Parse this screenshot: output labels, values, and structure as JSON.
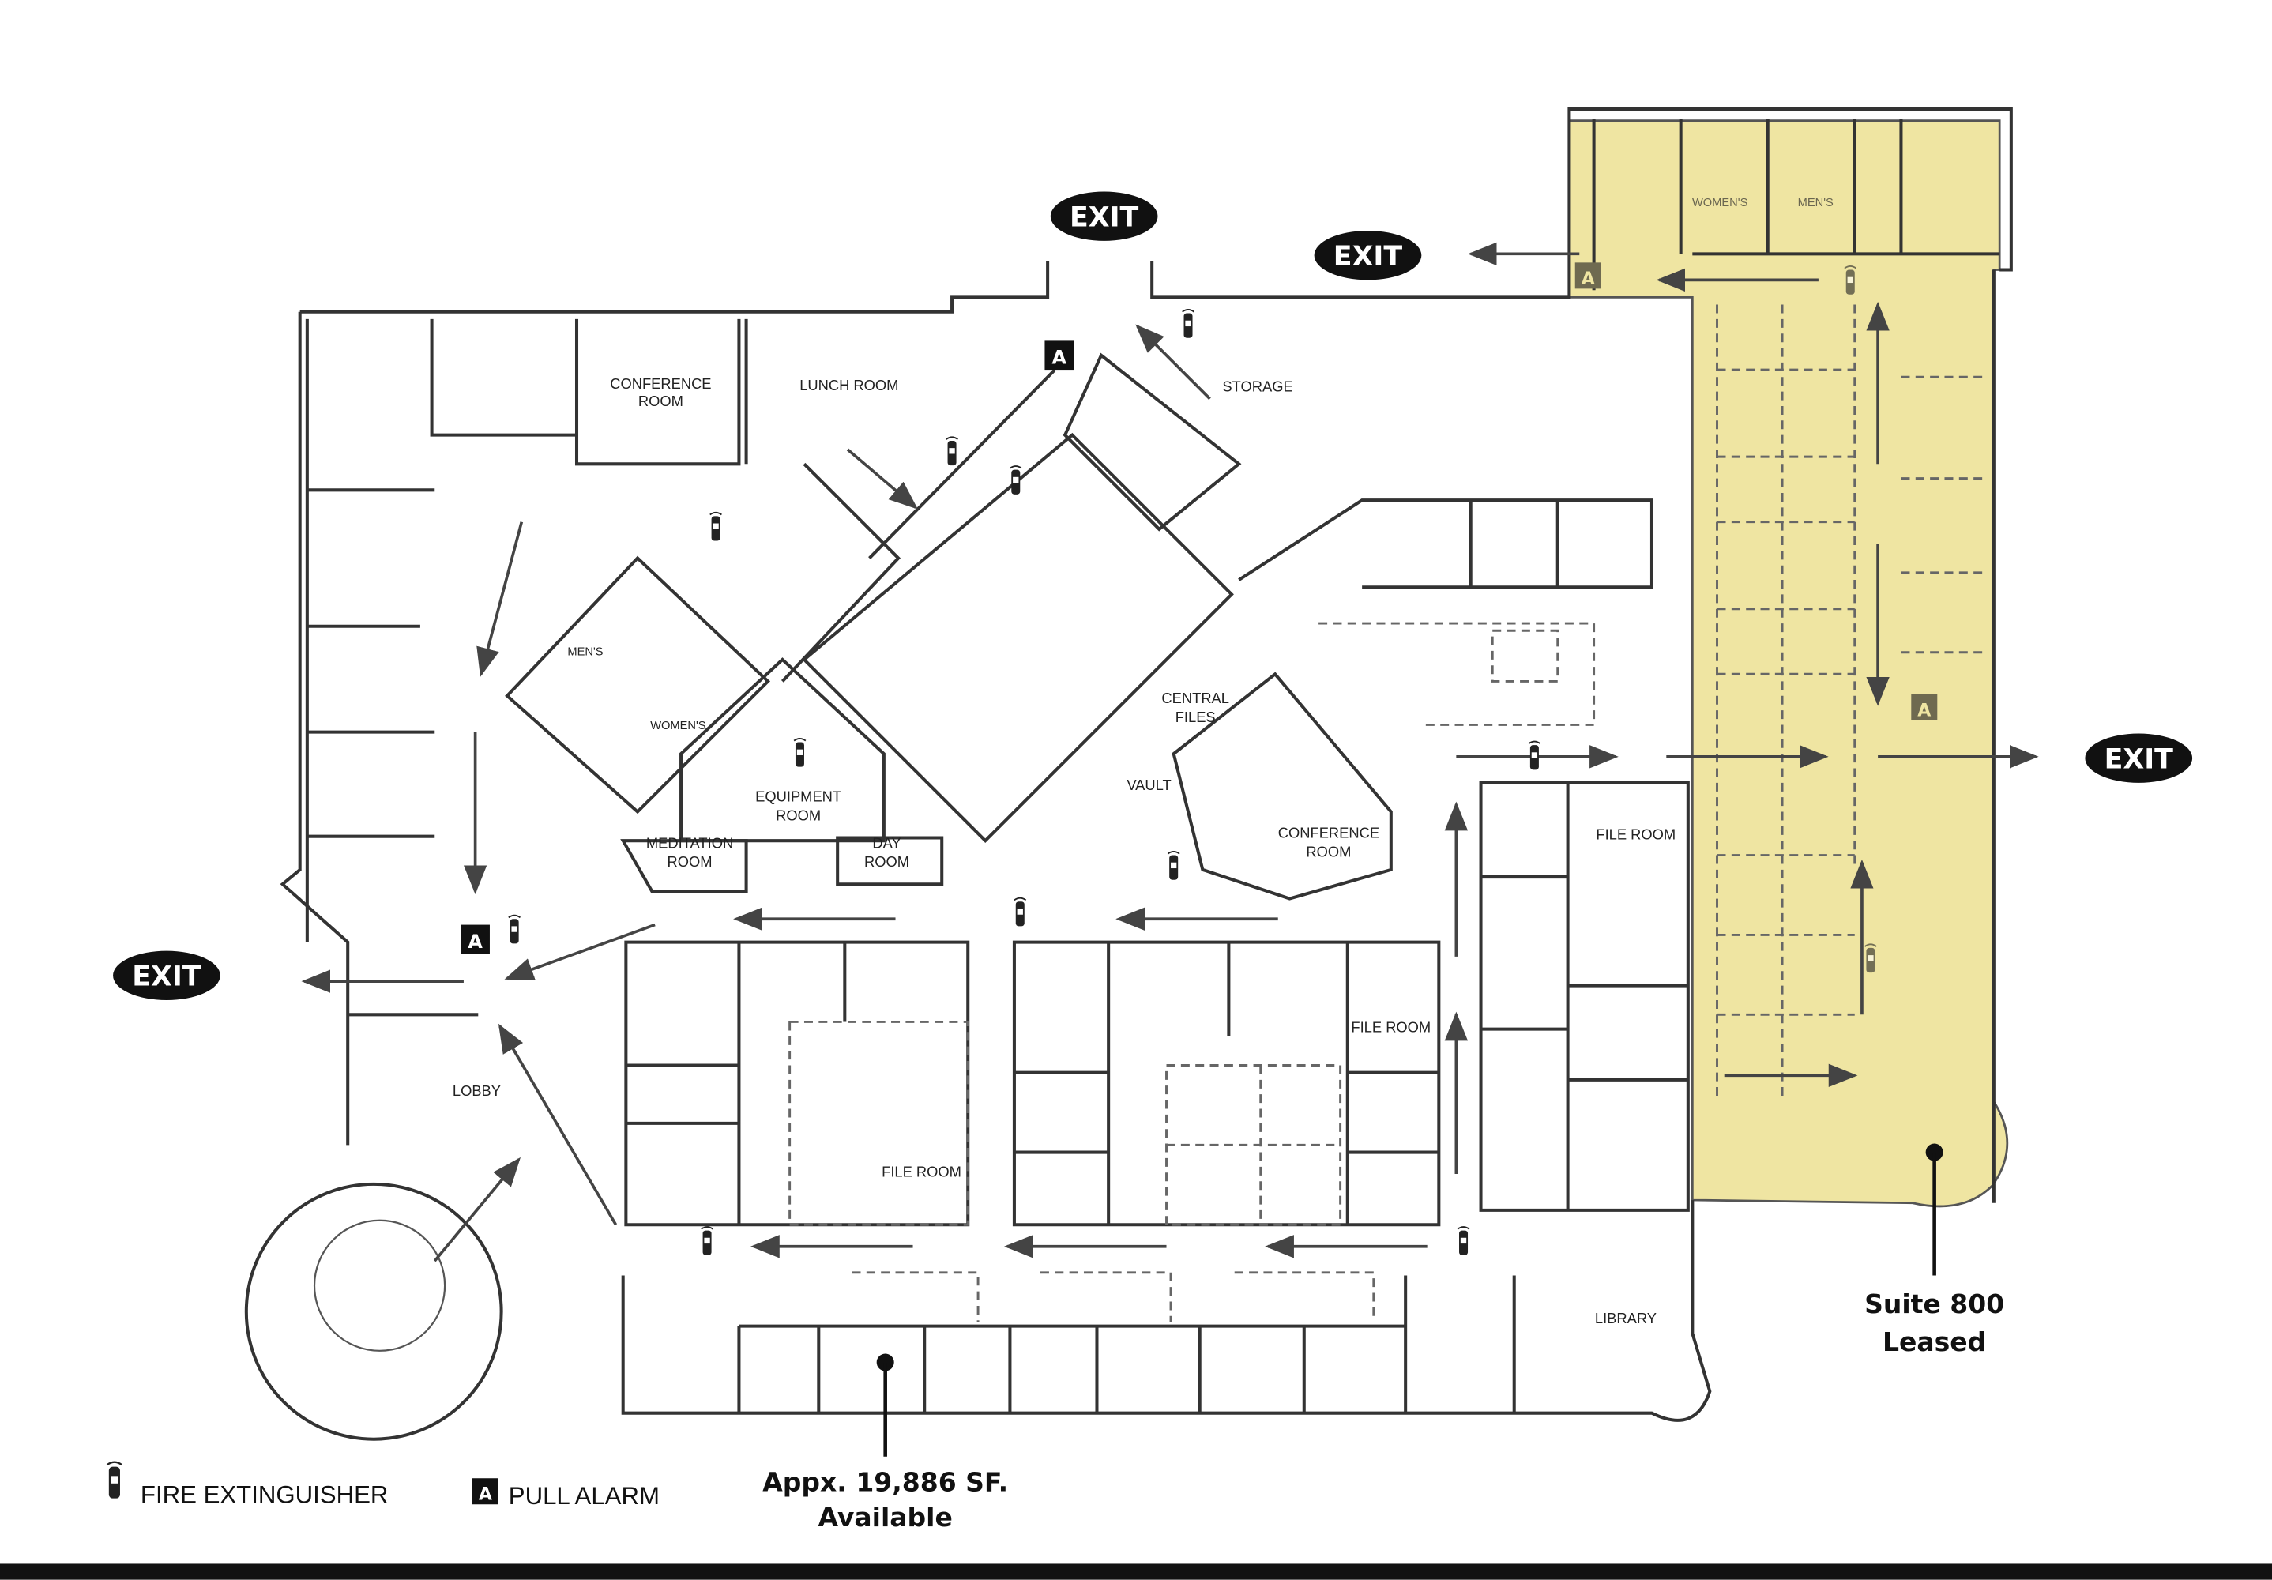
{
  "exits": [
    "EXIT",
    "EXIT",
    "EXIT",
    "EXIT"
  ],
  "rooms": {
    "conference_room_1": [
      "CONFERENCE",
      "ROOM"
    ],
    "lunch_room": "LUNCH ROOM",
    "storage": "STORAGE",
    "mens": "MEN'S",
    "womens": "WOMEN'S",
    "equipment_room": [
      "EQUIPMENT",
      "ROOM"
    ],
    "meditation_room": [
      "MEDITATION",
      "ROOM"
    ],
    "day_room": [
      "DAY",
      "ROOM"
    ],
    "central_files": [
      "CENTRAL",
      "FILES"
    ],
    "vault": "VAULT",
    "conference_room_2": [
      "CONFERENCE",
      "ROOM"
    ],
    "file_room_1": "FILE ROOM",
    "file_room_2": "FILE ROOM",
    "file_room_3": "FILE ROOM",
    "lobby": "LOBBY",
    "library": "LIBRARY",
    "suite_womens": "WOMEN'S",
    "suite_mens": "MEN'S"
  },
  "pull_alarm_glyph": "A",
  "callouts": {
    "suite_800": [
      "Suite 800",
      "Leased"
    ],
    "available": [
      "Appx. 19,886 SF.",
      "Available"
    ]
  },
  "legend": {
    "fire_extinguisher": "FIRE EXTINGUISHER",
    "pull_alarm": "PULL ALARM"
  },
  "colors": {
    "leased_area": "#efe5a2",
    "walls": "#333333",
    "exit_badge": "#111111"
  }
}
